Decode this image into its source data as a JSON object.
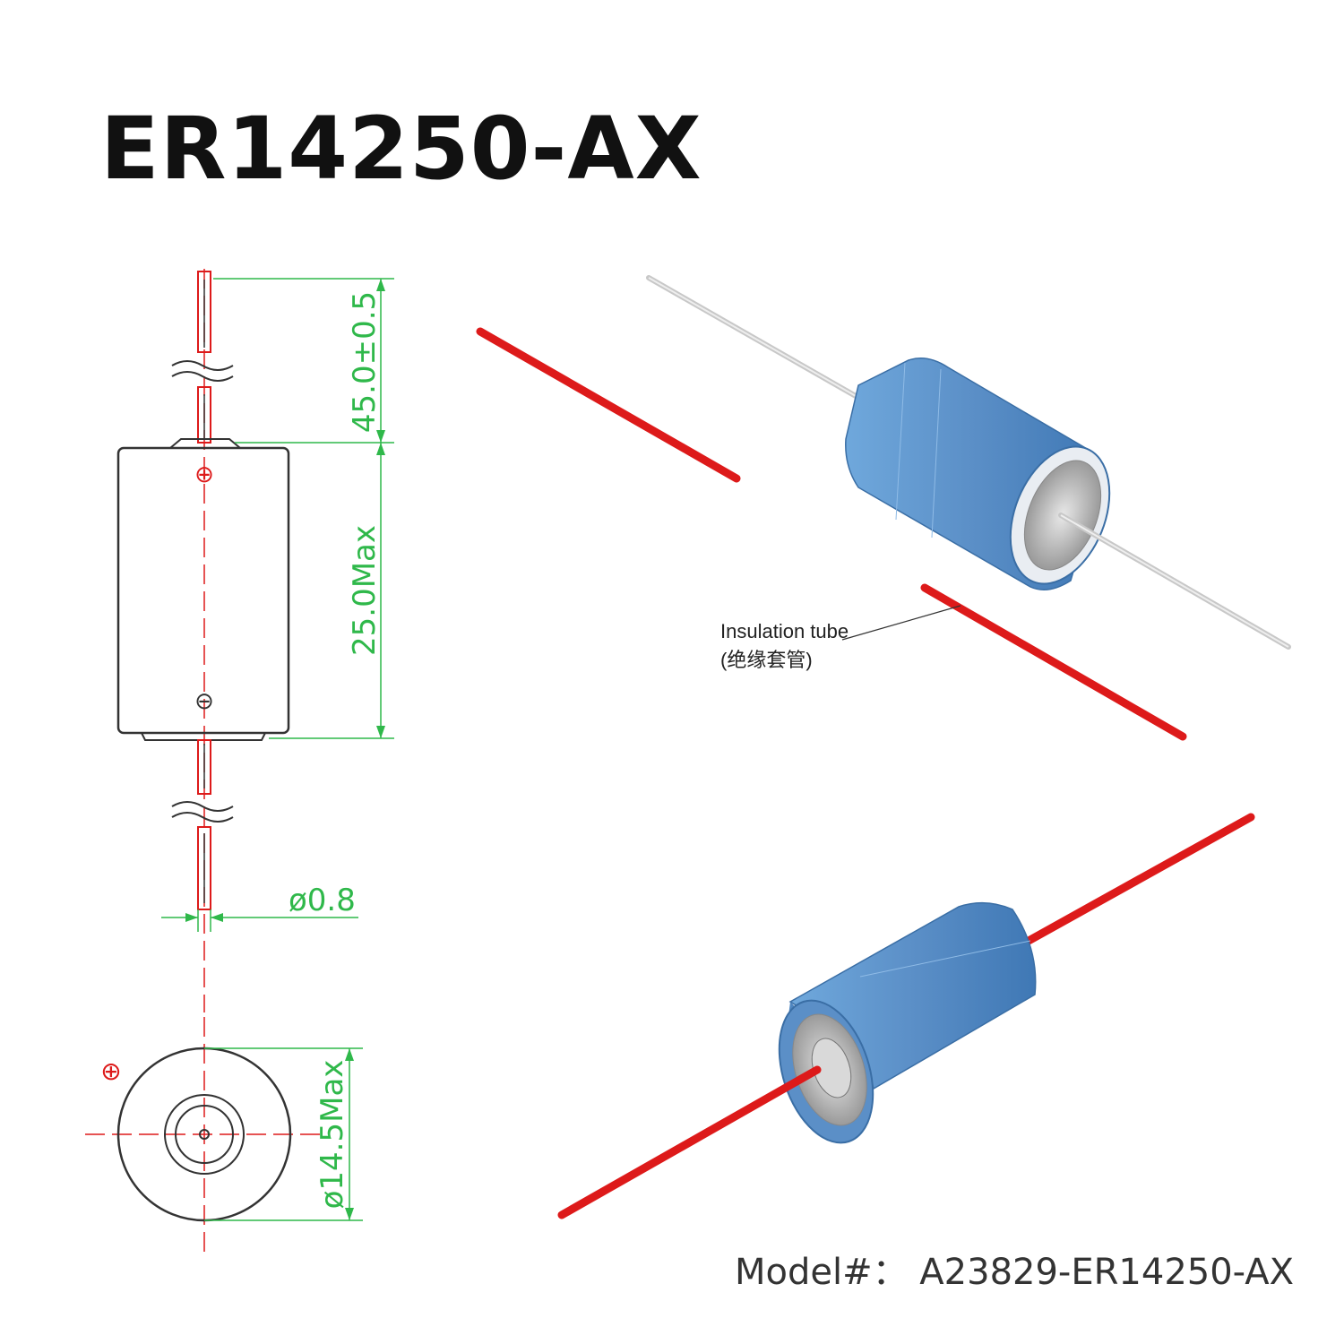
{
  "title": "ER14250-AX",
  "model": "Model#： A23829-ER14250-AX",
  "dimensions": {
    "lead_length": "45.0±0.5",
    "body_length": "25.0Max",
    "lead_diameter": "ø0.8",
    "body_diameter": "ø14.5Max"
  },
  "polarity": {
    "positive": "⊕",
    "negative": "⊖"
  },
  "callout": {
    "line1": "Insulation tube",
    "line2": "(绝缘套管)"
  },
  "colors": {
    "dimension": "#2fb84a",
    "lead": "#dd1a1a",
    "body": "#5b9bd5",
    "outline": "#333333",
    "centerline": "#dd1a1a"
  }
}
